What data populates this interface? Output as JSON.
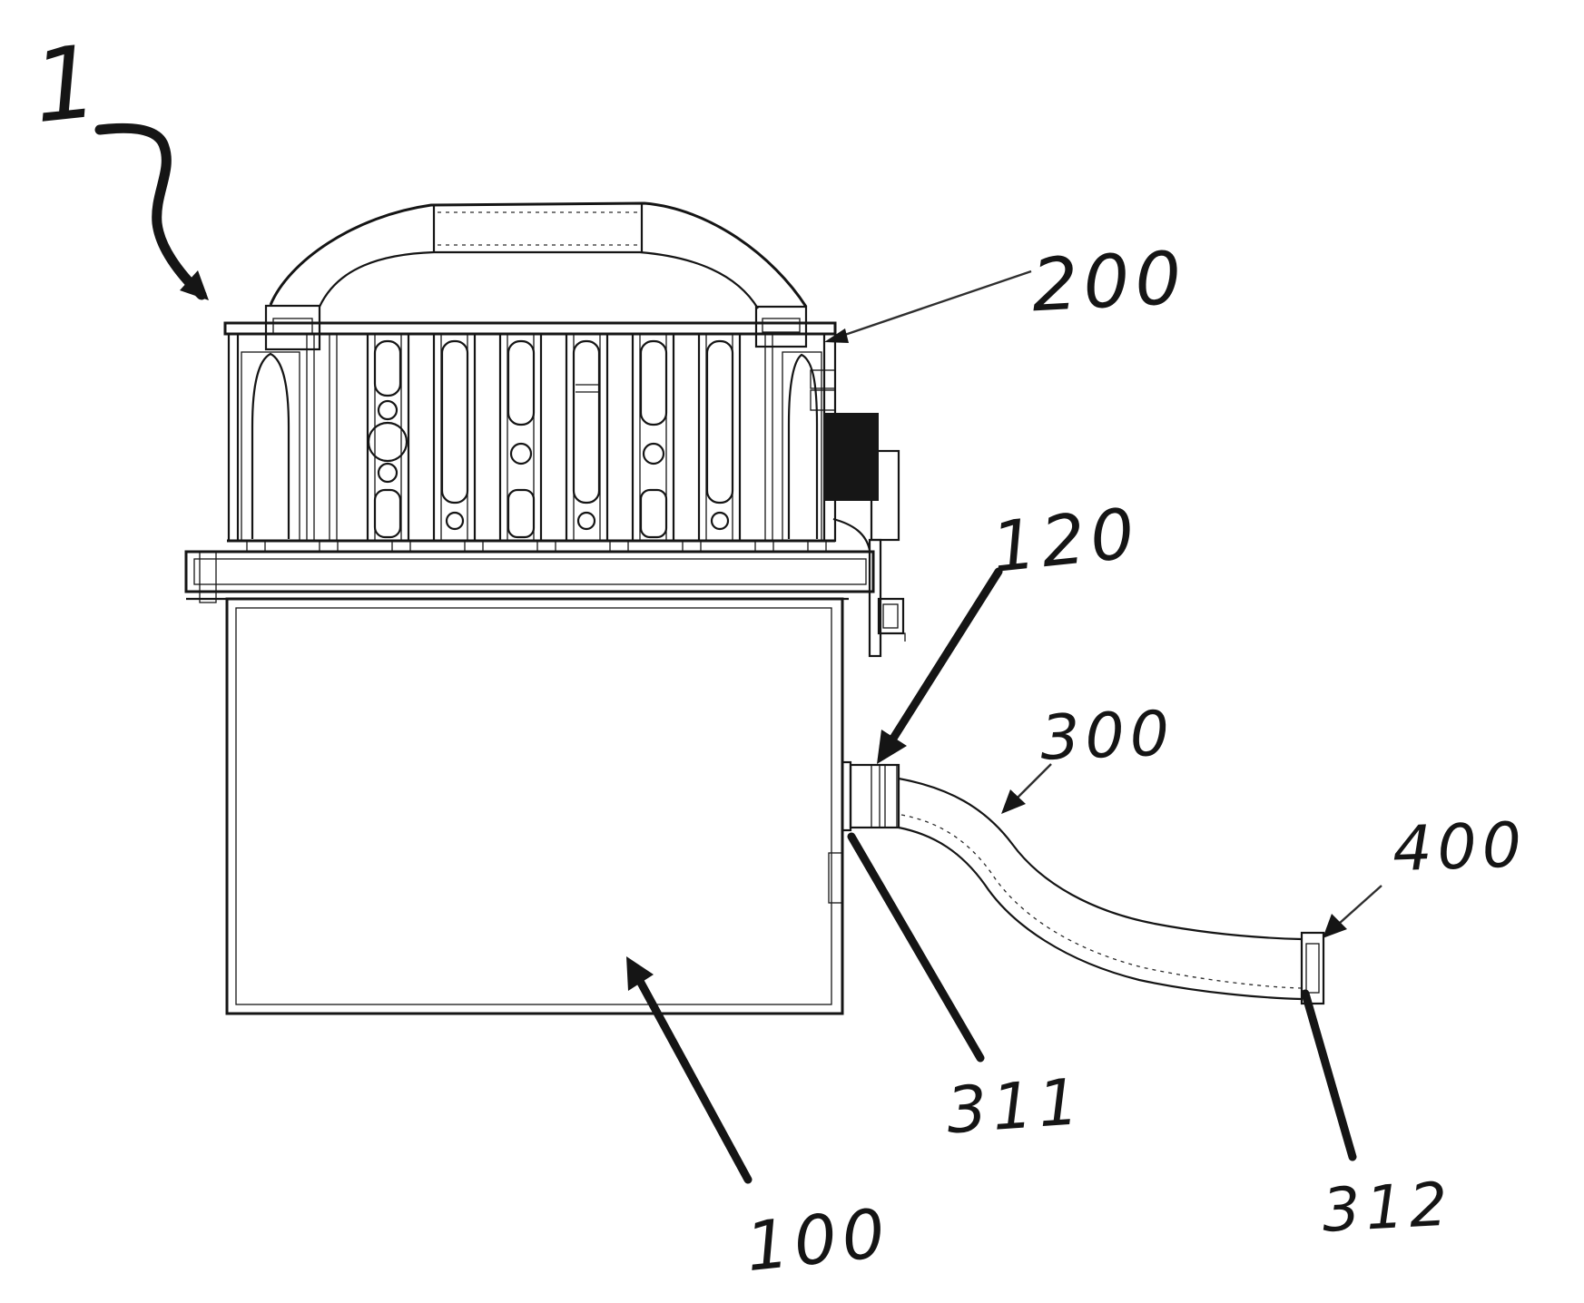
{
  "figure": {
    "background_color": "#ffffff",
    "ink_color": "#151515",
    "labels": {
      "assembly": "1",
      "housing": "100",
      "outlet": "120",
      "upper_part": "200",
      "hose": "300",
      "hose_first_end": "311",
      "hose_second_end": "312",
      "connector": "400"
    }
  }
}
